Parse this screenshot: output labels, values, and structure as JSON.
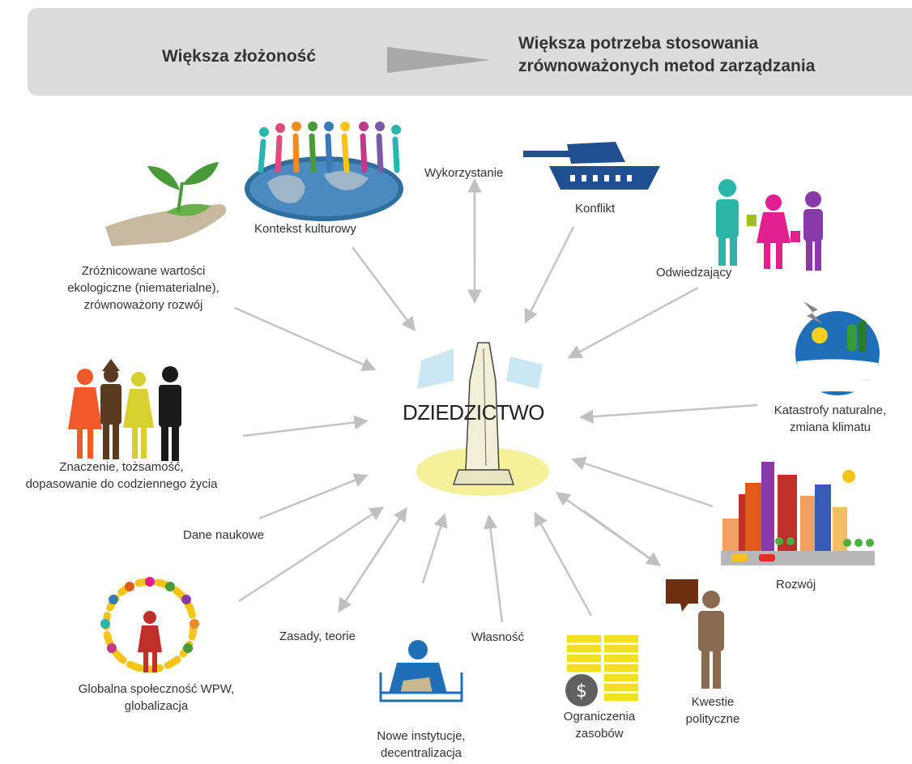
{
  "banner": {
    "left_text": "Większa złożoność",
    "right_line1": "Większa potrzeba stosowania",
    "right_line2": "zrównoważonych metod zarządzania"
  },
  "center": {
    "label": "DZIEDZICTWO"
  },
  "factors": {
    "kontekst": "Kontekst kulturowy",
    "wykorzystanie": "Wykorzystanie",
    "konflikt": "Konflikt",
    "odwiedzajacy": "Odwiedzający",
    "ekologia_1": "Zróżnicowane wartości",
    "ekologia_2": "ekologiczne (niematerialne),",
    "ekologia_3": "zrównoważony rozwój",
    "znaczenie_1": "Znaczenie, tożsamość,",
    "znaczenie_2": "dopasowanie do codziennego życia",
    "katastrofy_1": "Katastrofy naturalne,",
    "katastrofy_2": "zmiana klimatu",
    "dane": "Dane naukowe",
    "rozwoj": "Rozwój",
    "zasady": "Zasady, teorie",
    "wlasnosc": "Własność",
    "globalna_1": "Globalna społeczność WPW,",
    "globalna_2": "globalizacja",
    "instytucje_1": "Nowe instytucje,",
    "instytucje_2": "decentralizacja",
    "ograniczenia_1": "Ograniczenia",
    "ograniczenia_2": "zasobów",
    "kwestie_1": "Kwestie",
    "kwestie_2": "polityczne"
  },
  "colors": {
    "banner_bg": "#dcdcdc",
    "arrow": "#c4c4c4",
    "arrow_dark": "#b0b0b0"
  },
  "icons": [
    "people-on-globe-icon",
    "tank-icon",
    "visitors-icon",
    "hand-plant-icon",
    "family-icon",
    "landscape-storm-icon",
    "city-icon",
    "people-circle-icon",
    "office-worker-icon",
    "coins-icon",
    "politician-icon",
    "monument-icon"
  ]
}
